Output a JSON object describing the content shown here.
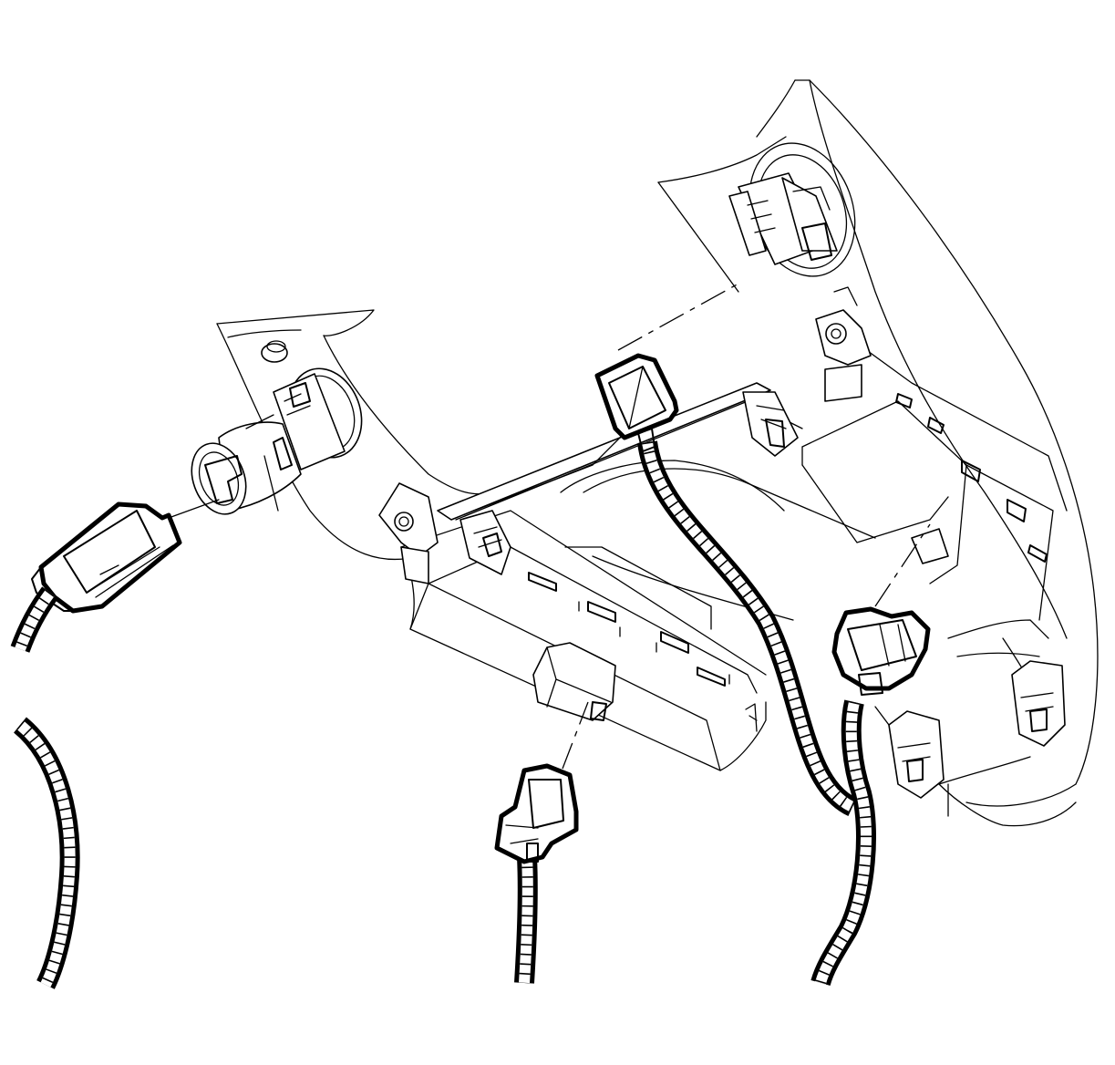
{
  "figure": {
    "kind": "exploded wiring view",
    "parts": [
      "instrument-panel-trim-bezel",
      "cigar-lighter-socket",
      "lighter-harness-connector",
      "switch-bank-module",
      "switch-connectors",
      "wiring-harness-conduit"
    ]
  }
}
